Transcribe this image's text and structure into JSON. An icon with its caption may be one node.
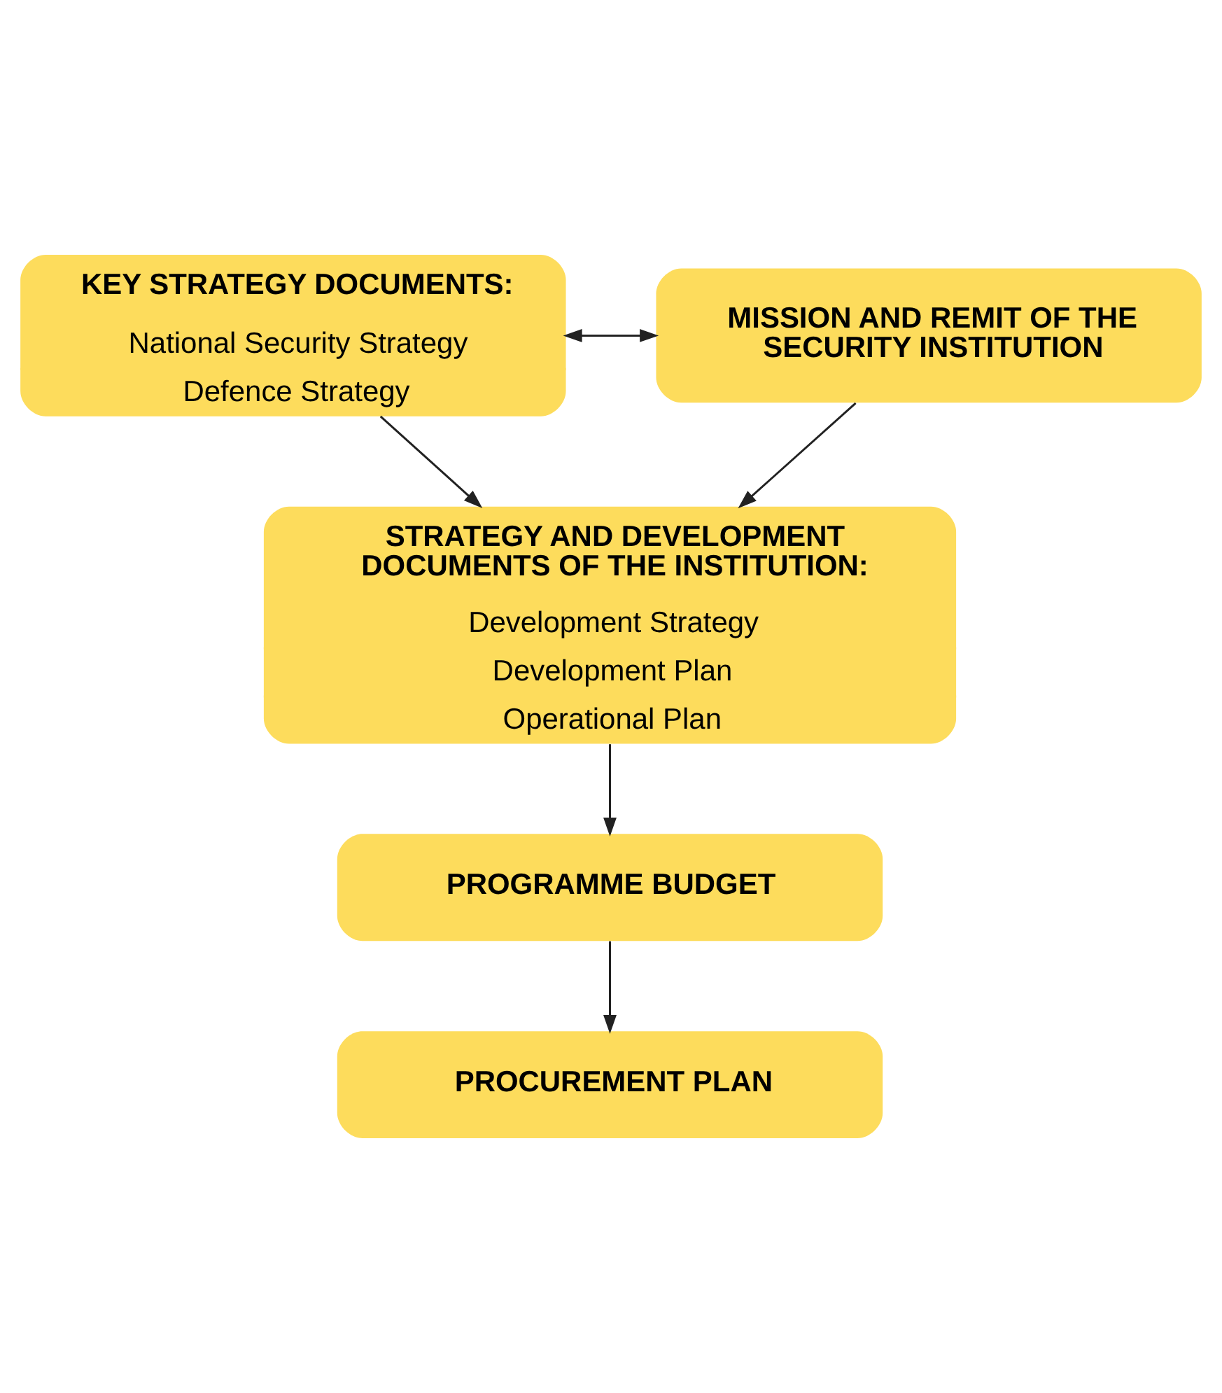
{
  "diagram": {
    "nodes": [
      {
        "text": [
          "KEY STRATEGY DOCUMENTS:",
          "National Security Strategy",
          "Defence Strategy"
        ]
      },
      {
        "text": [
          "MISSION AND REMIT OF THE SECURITY INSTITUTION"
        ]
      },
      {
        "text": [
          "STRATEGY AND DEVELOPMENT DOCUMENTS OF THE INSTITUTION:",
          "Development Strategy",
          "Development Plan",
          "Operational Plan"
        ]
      },
      {
        "text": [
          "PROGRAMME BUDGET"
        ]
      },
      {
        "text": [
          "PROCUREMENT PLAN"
        ]
      }
    ],
    "edges": [
      {
        "from": 0,
        "to": 1,
        "arrow": "both"
      },
      {
        "from": 0,
        "to": 2,
        "arrow": "to"
      },
      {
        "from": 1,
        "to": 2,
        "arrow": "to"
      },
      {
        "from": 2,
        "to": 3,
        "arrow": "to"
      },
      {
        "from": 3,
        "to": 4,
        "arrow": "to"
      }
    ]
  }
}
